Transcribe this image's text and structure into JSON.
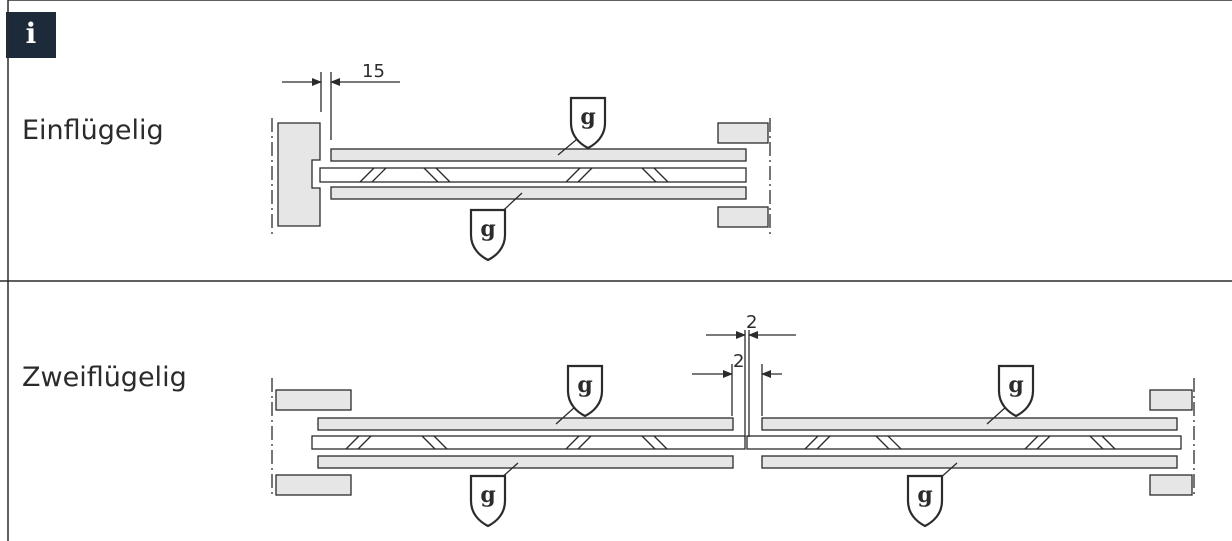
{
  "info_badge": "i",
  "rows": [
    {
      "label": "Einflügelig",
      "dimensions": [
        "15"
      ]
    },
    {
      "label": "Zweiflügelig",
      "dimensions": [
        "2",
        "2"
      ]
    }
  ],
  "glass_mark": "g",
  "colors": {
    "badge": "#1c2a3a",
    "lines": "#2b2b2b",
    "panel_fill": "#e6e6e6"
  }
}
